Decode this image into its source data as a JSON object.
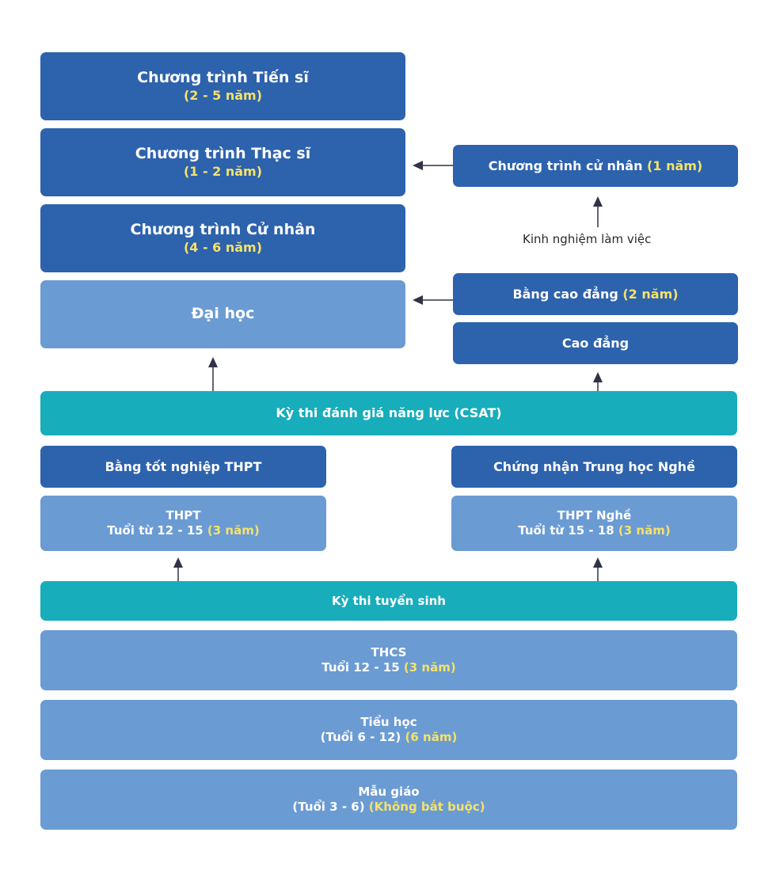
{
  "boxes": {
    "doctoral": {
      "title": "Chương trình Tiến sĩ",
      "duration": "(2 - 5 năm)"
    },
    "masters": {
      "title": "Chương trình Thạc sĩ",
      "duration": "(1 - 2 năm)"
    },
    "bachelor": {
      "title": "Chương trình Cử nhân",
      "duration": "(4 - 6 năm)"
    },
    "university": {
      "title": "Đại học"
    },
    "bridge_bachelor": {
      "title": "Chương trình cử nhân",
      "duration": "(1 năm)"
    },
    "work_experience": "Kinh nghiệm làm việc",
    "college_degree": {
      "title": "Bằng cao đẳng",
      "duration": "(2 năm)"
    },
    "college": {
      "title": "Cao đẳng"
    },
    "csat": {
      "title": "Kỳ thi đánh giá năng lực (CSAT)"
    },
    "hs_diploma": {
      "title": "Bằng tốt nghiệp THPT"
    },
    "voc_certificate": {
      "title": "Chứng nhận Trung học Nghề"
    },
    "high_school": {
      "title": "THPT",
      "ages": "Tuổi từ 12 - 15",
      "duration": "(3 năm)"
    },
    "voc_high_school": {
      "title": "THPT Nghề",
      "ages": "Tuổi từ 15 - 18",
      "duration": "(3 năm)"
    },
    "entrance_exam": {
      "title": "Kỳ thi tuyển sinh"
    },
    "middle_school": {
      "title": "THCS",
      "ages": "Tuổi 12 - 15",
      "duration": "(3 năm)"
    },
    "primary": {
      "title": "Tiểu học",
      "ages": "(Tuổi 6 - 12)",
      "duration": "(6 năm)"
    },
    "kindergarten": {
      "title": "Mẫu giáo",
      "ages": "(Tuổi 3 - 6)",
      "duration": "(Không bắt buộc)"
    }
  },
  "colors": {
    "dark_box": "#2d62ad",
    "light_box": "#6b9bd3",
    "teal_box": "#17adbb",
    "highlight_text": "#f5e26a",
    "arrow": "#2f3347"
  }
}
